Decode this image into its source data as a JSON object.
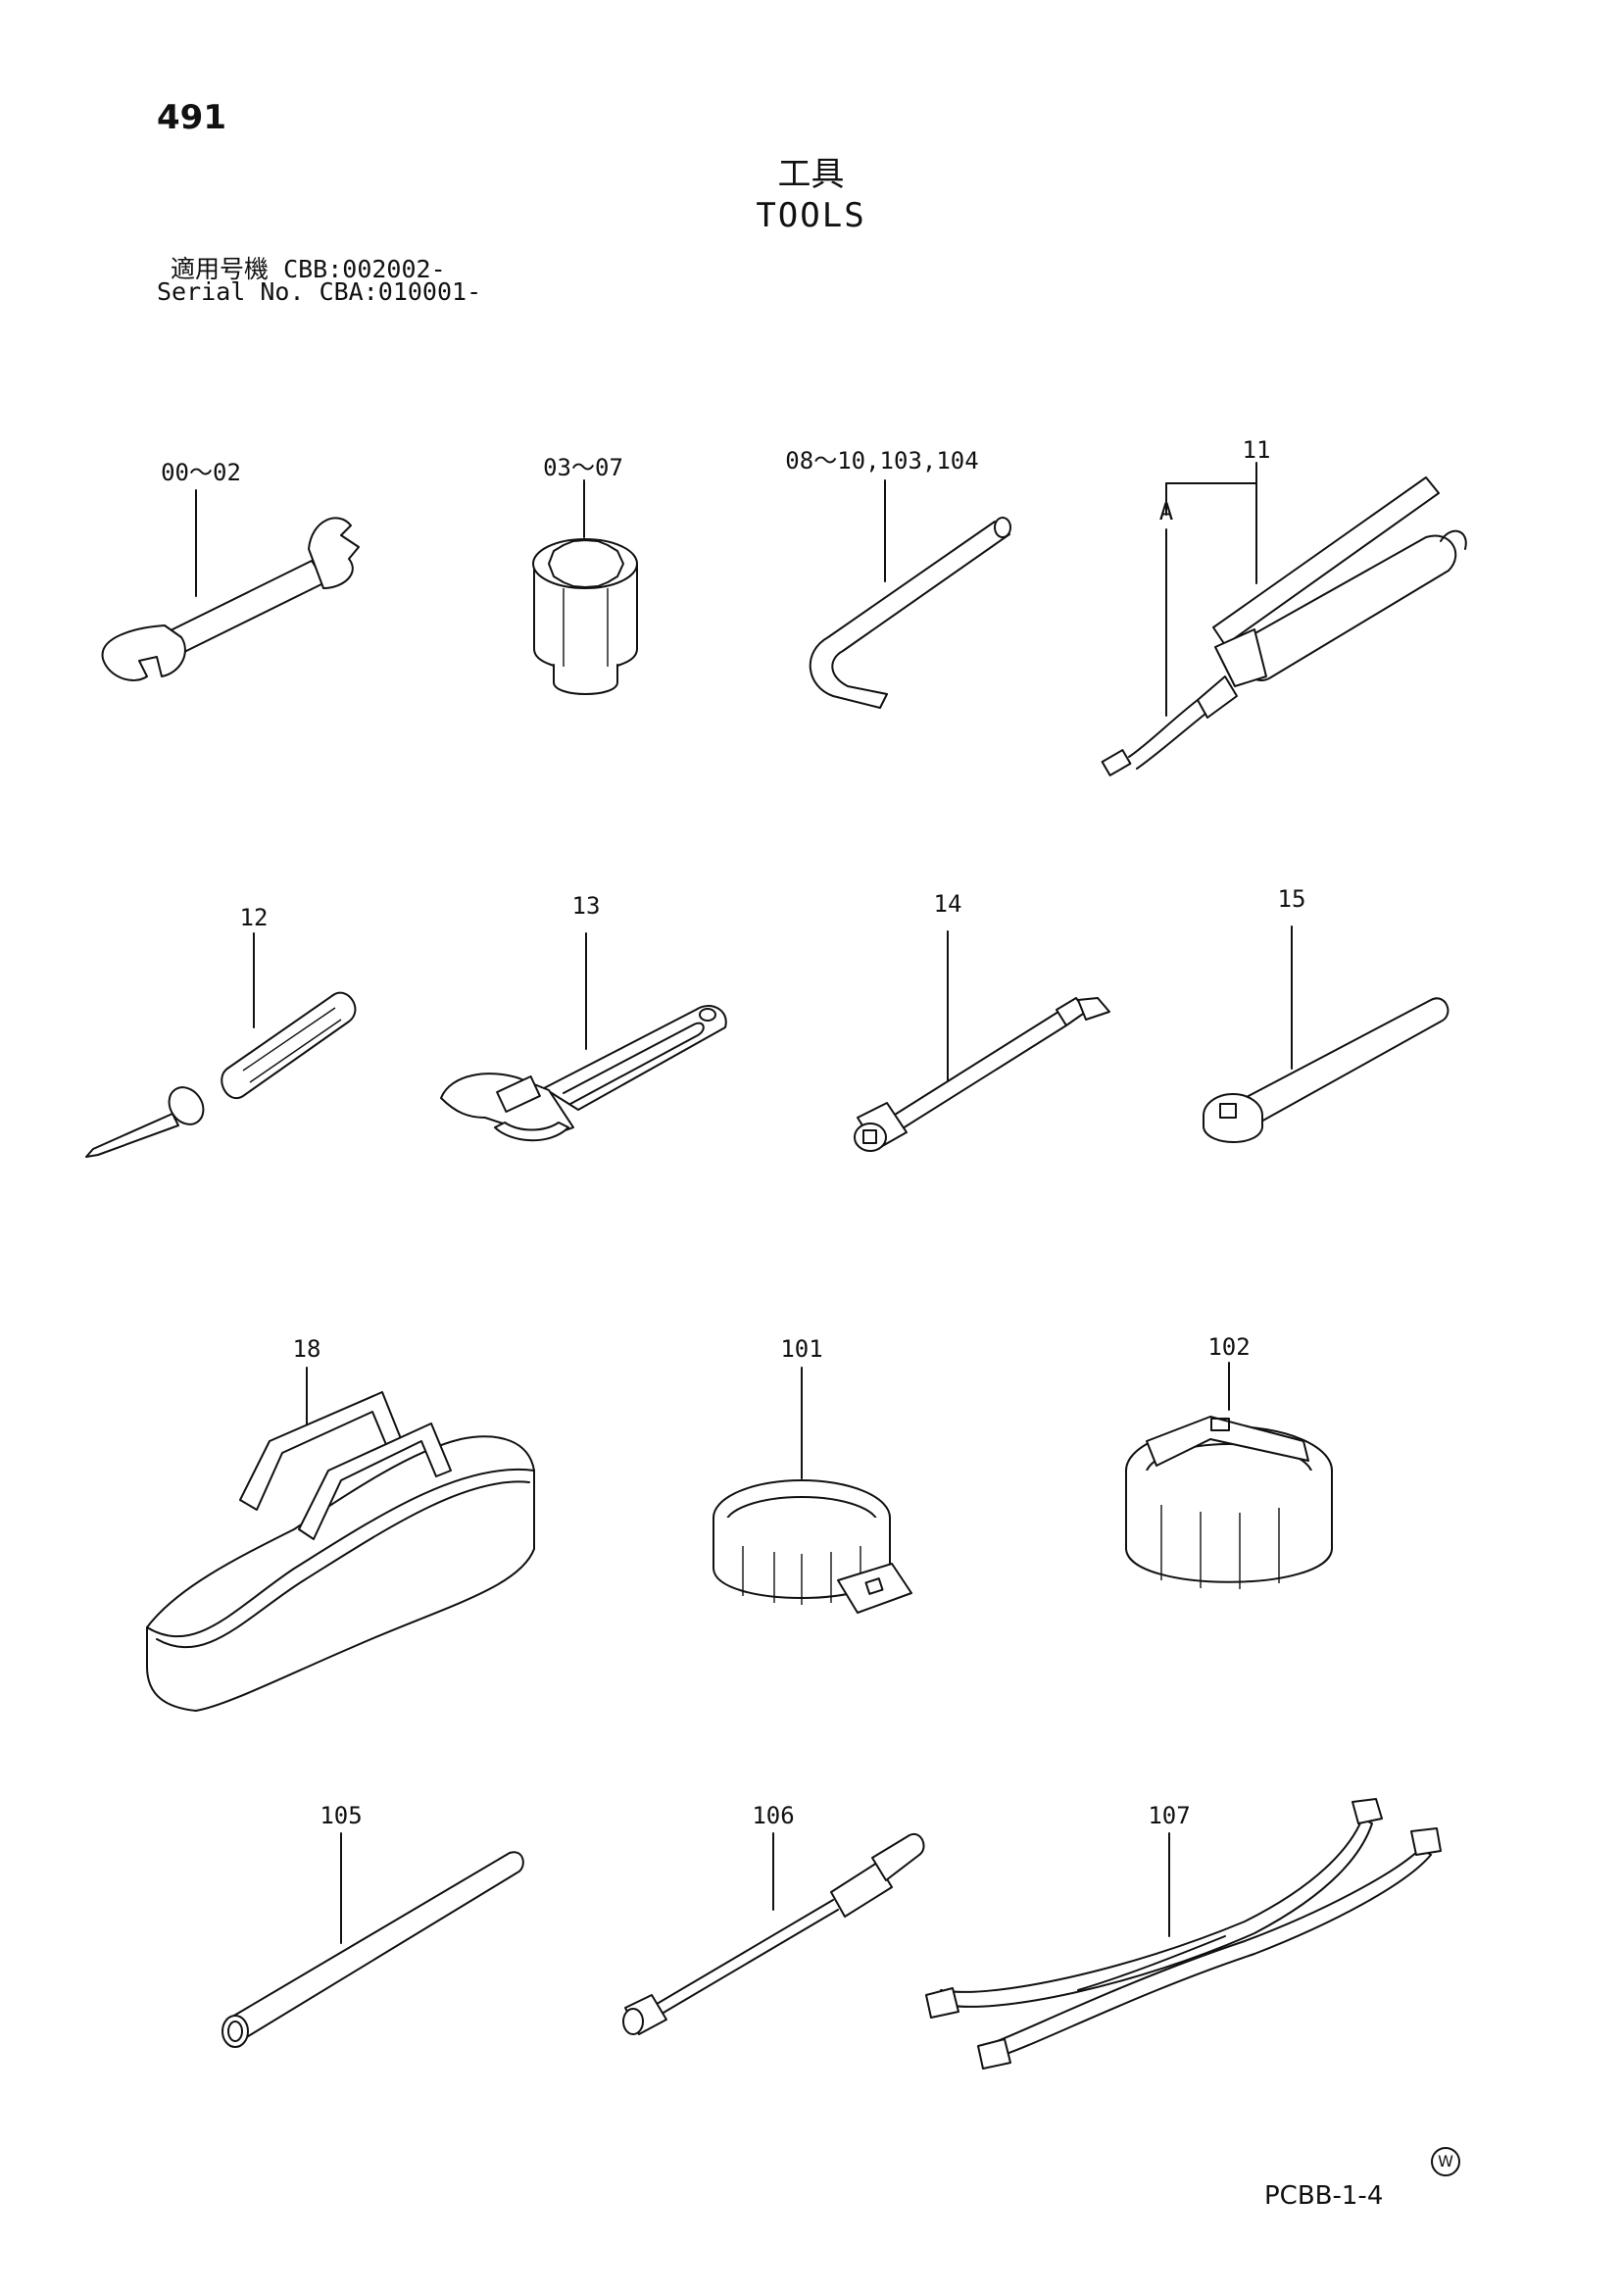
{
  "page_number": "491",
  "title_jp": "工具",
  "title_en": "TOOLS",
  "serial": {
    "label_jp": "適用号機",
    "value_jp": "CBB:002002-",
    "label_en": "Serial No.",
    "value_en": "CBA:010001-"
  },
  "callouts": {
    "wrench": "00～02",
    "socket": "03～07",
    "hex_key": "08～10,103,104",
    "grease_gun": "11",
    "grease_gun_sub": "A",
    "screwdriver": "12",
    "adjustable_wrench": "13",
    "extension_bar": "14",
    "ratchet_handle": "15",
    "tool_bag": "18",
    "filter_wrench_band": "101",
    "filter_wrench_cap": "102",
    "pipe": "105",
    "socket_driver": "106",
    "strap_wrench": "107"
  },
  "footer": {
    "mark": "W",
    "code": "PCBB-1-4"
  }
}
